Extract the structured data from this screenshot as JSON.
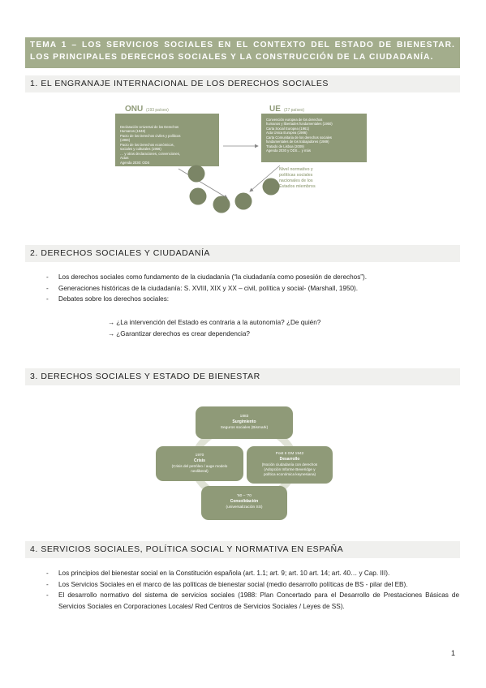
{
  "title": "TEMA 1 – LOS SERVICIOS SOCIALES EN EL CONTEXTO DEL ESTADO DE BIENESTAR. LOS PRINCIPALES DERECHOS SOCIALES Y LA CONSTRUCCIÓN DE LA CIUDADANÍA.",
  "sections": [
    {
      "heading": "1. EL ENGRANAJE INTERNACIONAL DE LOS DERECHOS SOCIALES"
    },
    {
      "heading": "2. DERECHOS SOCIALES Y CIUDADANÍA"
    },
    {
      "heading": "3. DERECHOS SOCIALES Y ESTADO DE BIENESTAR"
    },
    {
      "heading": "4. SERVICIOS SOCIALES, POLÍTICA SOCIAL Y NORMATIVA EN ESPAÑA"
    }
  ],
  "diagram1": {
    "onu_label": "ONU",
    "onu_count": "(193 países)",
    "onu_items": [
      "Declaración Universal de los Derechos",
      "Humanos (1948)",
      "Pacto de los Derechos civiles y políticos",
      "(1966)",
      "Pacto de los Derechos económicos,",
      "sociales y culturales (1966)",
      "… y otras declaraciones, convenciones,",
      "Actas",
      "Agenda 2030: ODS"
    ],
    "ue_label": "UE",
    "ue_count": "(27 países)",
    "ue_items": [
      "Convención europea de los derechos",
      "humanos y libertades fundamentales (1950)",
      "Carta Social Europea (1961)",
      "Acta Única Europea (1986)",
      "Carta Comunitaria de los derechos sociales",
      "fundamentales de los trabajadores (1989)",
      "Tratado de Lisboa (2009)",
      "Agenda 2030 y ODS… y más"
    ],
    "nivel_lines": [
      "Nivel normativo  y",
      "políticas sociales",
      "nacionales  de los",
      "Estados miembros"
    ]
  },
  "section2": {
    "bullets": [
      "Los derechos sociales como fundamento de la ciudadanía (“la ciudadanía como posesión de derechos”).",
      "Generaciones históricas de la ciudadanía: S. XVIII, XIX y XX – civil, política y social- (Marshall, 1950).",
      "Debates sobre los derechos sociales:"
    ],
    "arrow": "→",
    "debates": [
      "¿La intervención del Estado es contraria a la autonomía? ¿De quién?",
      "¿Garantizar derechos es crear dependencia?"
    ]
  },
  "diagram3": {
    "top": {
      "year": "1883",
      "name": "Surgimiento",
      "desc": "Seguros sociales (Bismark)"
    },
    "right": {
      "year": "Post II GM 1942",
      "name": "Desarrollo",
      "desc": [
        "(Noción ciudadanía con derechos",
        "(Adopción Informe Beveridge y",
        "política económica keynesiana)"
      ]
    },
    "bottom": {
      "year": "'60 – '70",
      "name": "Consolidación",
      "desc": "(universalización SS)"
    },
    "left": {
      "year": "1970",
      "name": "Crisis",
      "desc": [
        "(Crisis del petróleo / auge modelo",
        "neoliberal)"
      ]
    }
  },
  "section4": {
    "bullets": [
      "Los principios del bienestar social en la Constitución española (art. 1.1; art. 9; art. 10 art. 14; art. 40… y Cap. III).",
      "Los Servicios Sociales en el marco de las políticas de bienestar social (medio desarrollo políticas de BS - pilar del EB).",
      "El desarrollo normativo del sistema de servicios sociales (1988: Plan Concertado para el Desarrollo de Prestaciones Básicas de Servicios Sociales en Corporaciones Locales/ Red Centros de Servicios Sociales / Leyes de SS)."
    ]
  },
  "page_number": "1",
  "colors": {
    "banner": "#a3ad8c",
    "box": "#8f9a78",
    "circle": "#7b8566",
    "bar": "#f0f0ee"
  }
}
